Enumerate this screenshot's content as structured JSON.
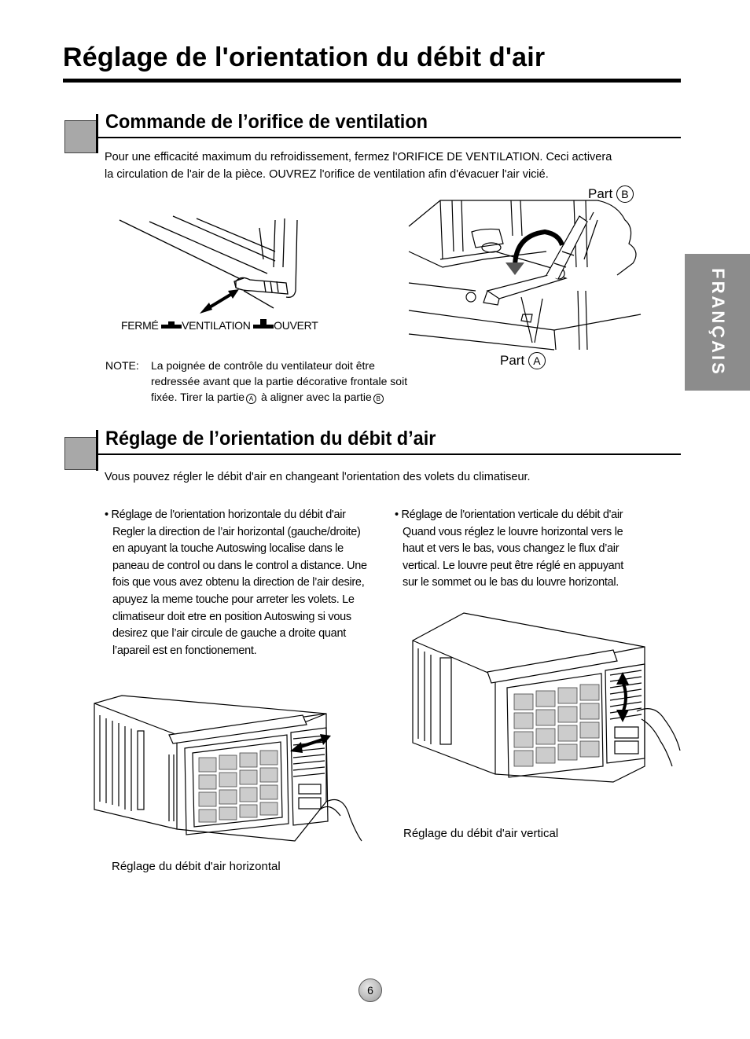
{
  "page": {
    "title": "Réglage de l'orientation du débit d'air",
    "side_tab": "FRANÇAIS",
    "page_number": "6"
  },
  "section1": {
    "title": "Commande de l’orifice de ventilation",
    "intro_line1": "Pour une efficacité maximum du refroidissement, fermez l'ORIFICE DE VENTILATION. Ceci activera",
    "intro_line2": "la circulation de l'air de la pièce. OUVREZ l'orifice de ventilation afin d'évacuer l'air vicié.",
    "label_ferme": "FERMÉ",
    "label_ventilation": "VENTILATION",
    "label_ouvert": "OUVERT",
    "part_b": "Part",
    "part_b_letter": "B",
    "part_a": "Part",
    "part_a_letter": "A",
    "note_label": "NOTE:",
    "note_line1": "La poignée de contrôle du ventilateur doit être",
    "note_line2": "redressée avant que la partie décorative frontale soit",
    "note_line3_a": "fixée. Tirer la partie",
    "note_line3_b": "à aligner avec la partie",
    "note_circle_a": "A",
    "note_circle_b": "B"
  },
  "section2": {
    "title": "Réglage de l’orientation du débit d’air",
    "intro": "Vous pouvez régler le débit d'air en changeant l'orientation des volets du climatiseur.",
    "left_col": [
      "• Réglage de l'orientation horizontale du débit d'air",
      "Regler la direction de l’air horizontal (gauche/droite)",
      "en apuyant la touche Autoswing localise dans le",
      "paneau de control ou dans le control a distance. Une",
      "fois que vous avez obtenu la direction de l’air desire,",
      "apuyez la meme touche pour arreter les volets. Le",
      "climatiseur doit etre en position Autoswing si vous",
      "desirez que l’air circule de gauche a droite quant",
      "l’apareil est en fonctionement."
    ],
    "right_col": [
      "• Réglage de l'orientation verticale du débit d'air",
      "Quand vous réglez le louvre horizontal vers le",
      "haut et vers le bas, vous changez le flux d’air",
      "vertical. Le louvre peut être réglé en appuyant",
      "sur le sommet ou le bas du louvre horizontal."
    ],
    "caption_horizontal": "Réglage du débit d'air horizontal",
    "caption_vertical": "Réglage du débit d'air vertical"
  }
}
